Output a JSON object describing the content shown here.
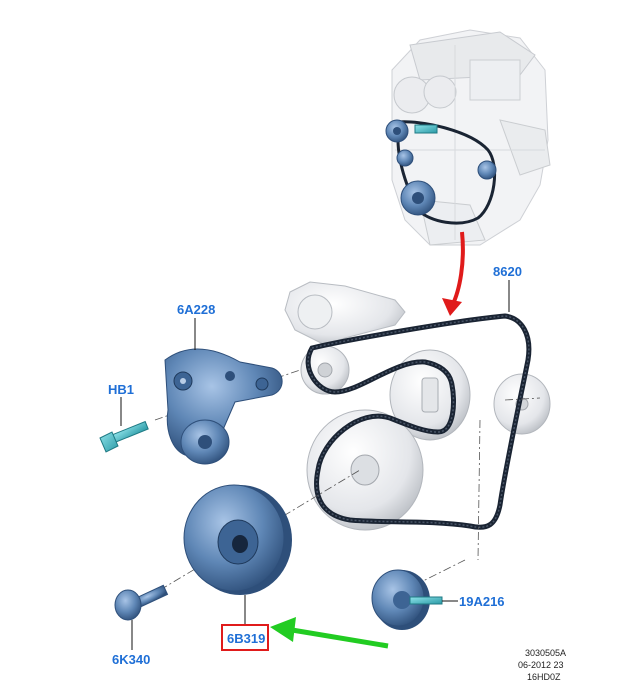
{
  "callouts": {
    "belt": "8620",
    "tensioner": "6A228",
    "tensioner_bolt": "HB1",
    "idler_pulley": "19A216",
    "crank_pulley": "6B319",
    "crank_bolt": "6K340"
  },
  "figure_meta": {
    "line1": "3030505A",
    "line2": "06-2012 23",
    "line3": "16HD0Z"
  },
  "colors": {
    "callout_text": "#1f6fd6",
    "highlight_box": "#e01b1b",
    "green_arrow": "#22cc22",
    "red_arrow": "#e01b1b",
    "part_blue": "#5a84b4",
    "bolt_cyan": "#3fb8c4",
    "belt": "#1a2433"
  }
}
